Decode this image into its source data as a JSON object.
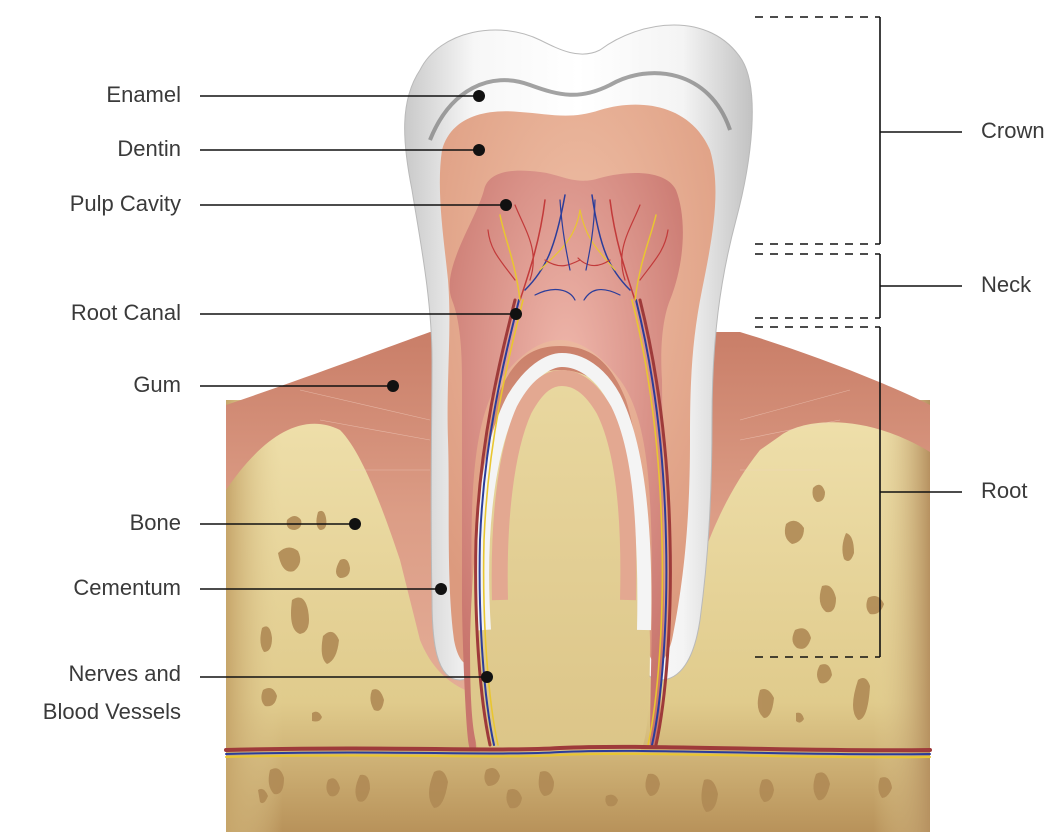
{
  "labels": {
    "enamel": "Enamel",
    "dentin": "Dentin",
    "pulp_cavity": "Pulp Cavity",
    "root_canal": "Root Canal",
    "gum": "Gum",
    "bone": "Bone",
    "cementum": "Cementum",
    "nerves_line1": "Nerves and",
    "nerves_line2": "Blood Vessels"
  },
  "regions": {
    "crown": "Crown",
    "neck": "Neck",
    "root": "Root"
  },
  "colors": {
    "bone": "#e2cf94",
    "gum": "#d8957d",
    "dentin": "#eab49a",
    "pulp": "#d68b84",
    "enamel": "#f2f2f2",
    "leader": "#111111"
  }
}
